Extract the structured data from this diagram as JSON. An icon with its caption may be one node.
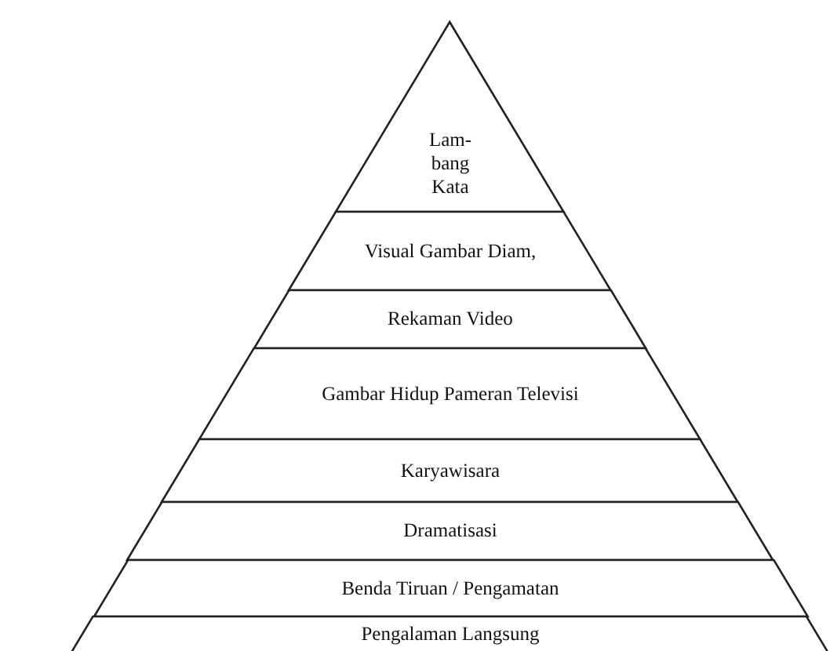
{
  "diagram": {
    "nodes": [
      {
        "text": [
          "Lam- bang Kata"
        ]
      },
      {
        "text": [
          "Visual Gambar Diam,"
        ]
      },
      {
        "text": [
          "Rekaman Video"
        ]
      },
      {
        "text": [
          "Gambar Hidup Pameran Televisi"
        ]
      },
      {
        "text": [
          "Karyawisara"
        ]
      },
      {
        "text": [
          "Dramatisasi"
        ]
      },
      {
        "text": [
          "Benda Tiruan / Pengamatan"
        ]
      },
      {
        "text": [
          "Pengalaman Langsung"
        ]
      }
    ]
  }
}
